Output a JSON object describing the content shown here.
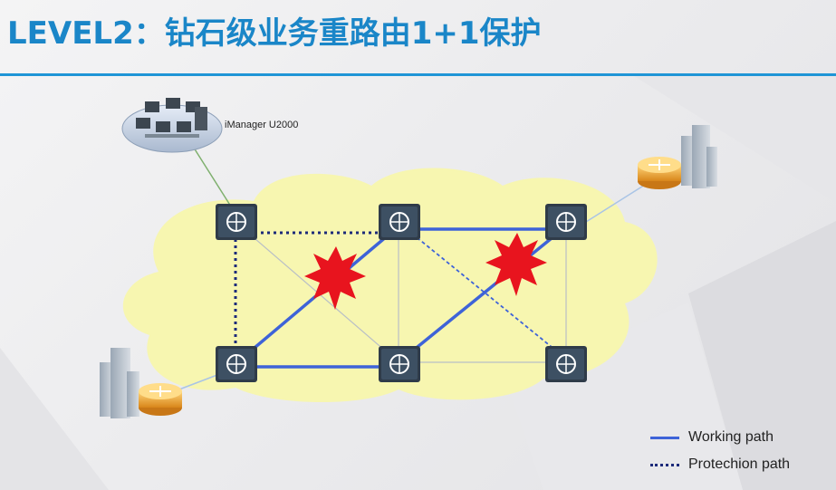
{
  "slide": {
    "title": "LEVEL2：钻石级业务重路由1+1保护"
  },
  "diagram": {
    "management_label": "iManager U2000",
    "nodes": [
      {
        "id": "n-top-left",
        "icon": "switch-icon"
      },
      {
        "id": "n-top-mid",
        "icon": "switch-icon"
      },
      {
        "id": "n-top-right",
        "icon": "switch-icon"
      },
      {
        "id": "n-bottom-left",
        "icon": "switch-icon"
      },
      {
        "id": "n-bottom-mid",
        "icon": "switch-icon"
      },
      {
        "id": "n-bottom-right",
        "icon": "switch-icon"
      }
    ],
    "faults": [
      {
        "on_link": "n-bottom-left — n-top-mid",
        "icon": "fault-burst-icon"
      },
      {
        "on_link": "n-bottom-mid — n-top-right",
        "icon": "fault-burst-icon"
      }
    ],
    "colors": {
      "working_path": "#3e63d8",
      "protection_path": "#1c2a7a",
      "cloud": "#f7f6b0",
      "fault": "#e8141e",
      "title": "#1a86c8"
    }
  },
  "legend": {
    "working": "Working path",
    "protection": "Protechion path"
  }
}
